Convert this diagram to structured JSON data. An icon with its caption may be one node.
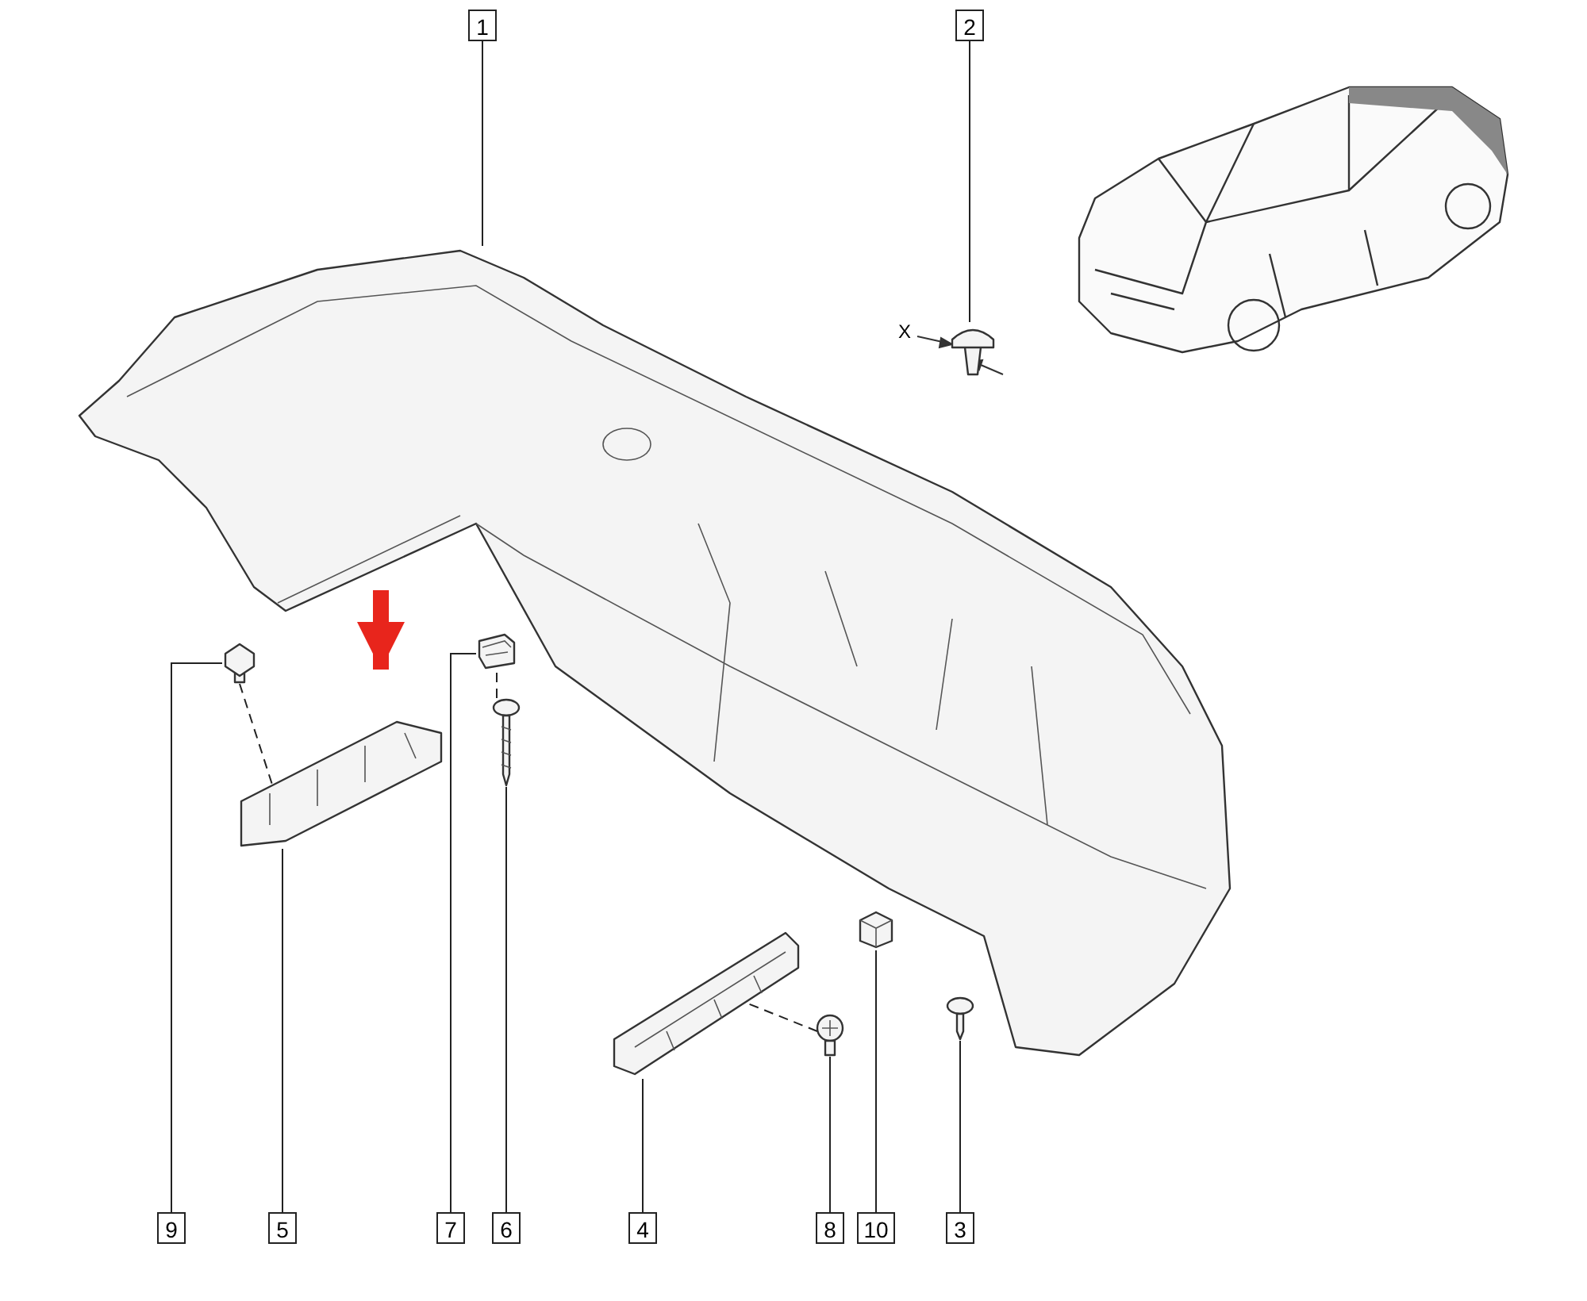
{
  "diagram": {
    "nodes": [
      {
        "text": [
          "1"
        ]
      },
      {
        "text": [
          "2"
        ]
      },
      {
        "text": [
          "9"
        ]
      },
      {
        "text": [
          "5"
        ]
      },
      {
        "text": [
          "7"
        ]
      },
      {
        "text": [
          "6"
        ]
      },
      {
        "text": [
          "4"
        ]
      },
      {
        "text": [
          "8"
        ]
      },
      {
        "text": [
          "10"
        ]
      },
      {
        "text": [
          "3"
        ]
      },
      {
        "text": [],
        "shape": "picture"
      },
      {
        "text": [],
        "shape": "picture"
      },
      {
        "text": [],
        "shape": "picture"
      },
      {
        "text": [],
        "shape": "picture"
      },
      {
        "text": [],
        "shape": "box"
      },
      {
        "text": [],
        "shape": "picture"
      },
      {
        "text": [],
        "shape": "picture"
      },
      {
        "text": [],
        "shape": "circle"
      },
      {
        "text": [],
        "shape": "picture"
      },
      {
        "text": [],
        "shape": "picture"
      }
    ],
    "edges": [
      {
        "from": 0,
        "to": 10,
        "arrow": "none"
      },
      {
        "from": 1,
        "to": 11,
        "arrow": "none"
      },
      {
        "from": 2,
        "to": 12,
        "arrow": "none"
      },
      {
        "from": 3,
        "to": 13,
        "arrow": "none"
      },
      {
        "from": 4,
        "to": 14,
        "arrow": "none"
      },
      {
        "from": 5,
        "to": 15,
        "arrow": "none"
      },
      {
        "from": 6,
        "to": 16,
        "arrow": "none"
      },
      {
        "from": 7,
        "to": 17,
        "arrow": "none"
      },
      {
        "from": 8,
        "to": 18,
        "arrow": "none"
      },
      {
        "from": 9,
        "to": 19,
        "arrow": "none"
      },
      {
        "from": null,
        "to": 13,
        "arrow": "to",
        "style": "thick",
        "color": "#e8251c"
      },
      {
        "from": 15,
        "to": 14,
        "arrow": "none",
        "style": "dashed"
      },
      {
        "from": 17,
        "to": 16,
        "arrow": "none",
        "style": "dashed"
      },
      {
        "from": 12,
        "to": 13,
        "arrow": "none",
        "style": "dashed"
      }
    ],
    "labels": [
      "X"
    ]
  }
}
